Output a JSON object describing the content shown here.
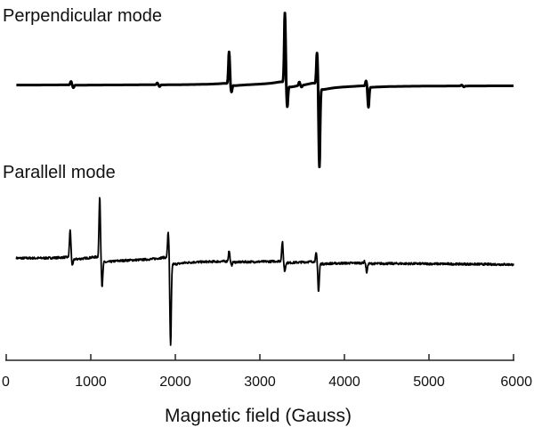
{
  "chart_data": {
    "type": "line",
    "title": "",
    "xlabel": "Magnetic field  (Gauss)",
    "ylabel": "",
    "xlim": [
      0,
      6000
    ],
    "xticks": [
      "0",
      "1000",
      "2000",
      "3000",
      "4000",
      "5000",
      "6000"
    ],
    "grid": false,
    "line_color": "#000000",
    "series": [
      {
        "name": "Perpendicular mode",
        "baseline": 0,
        "noise": 0,
        "features": [
          {
            "field": 780,
            "pos": 4,
            "neg": 3
          },
          {
            "field": 1800,
            "pos": 2,
            "neg": 2
          },
          {
            "field": 2650,
            "pos": 36,
            "neg": 8
          },
          {
            "field": 3310,
            "pos": 79,
            "neg": 24
          },
          {
            "field": 3480,
            "pos": 4,
            "neg": 2
          },
          {
            "field": 3690,
            "pos": 36,
            "neg": 89
          },
          {
            "field": 4270,
            "pos": 6,
            "neg": 23
          },
          {
            "field": 5400,
            "pos": 1,
            "neg": 1
          }
        ]
      },
      {
        "name": "Parallell mode",
        "baseline": 0,
        "drift": -6,
        "noise": 1.2,
        "features": [
          {
            "field": 770,
            "pos": 31,
            "neg": 8
          },
          {
            "field": 1120,
            "pos": 69,
            "neg": 29
          },
          {
            "field": 1930,
            "pos": 31,
            "neg": 94
          },
          {
            "field": 2650,
            "pos": 12,
            "neg": 4
          },
          {
            "field": 3280,
            "pos": 22,
            "neg": 10
          },
          {
            "field": 3680,
            "pos": 10,
            "neg": 32
          },
          {
            "field": 4250,
            "pos": 2,
            "neg": 10
          }
        ]
      }
    ]
  }
}
